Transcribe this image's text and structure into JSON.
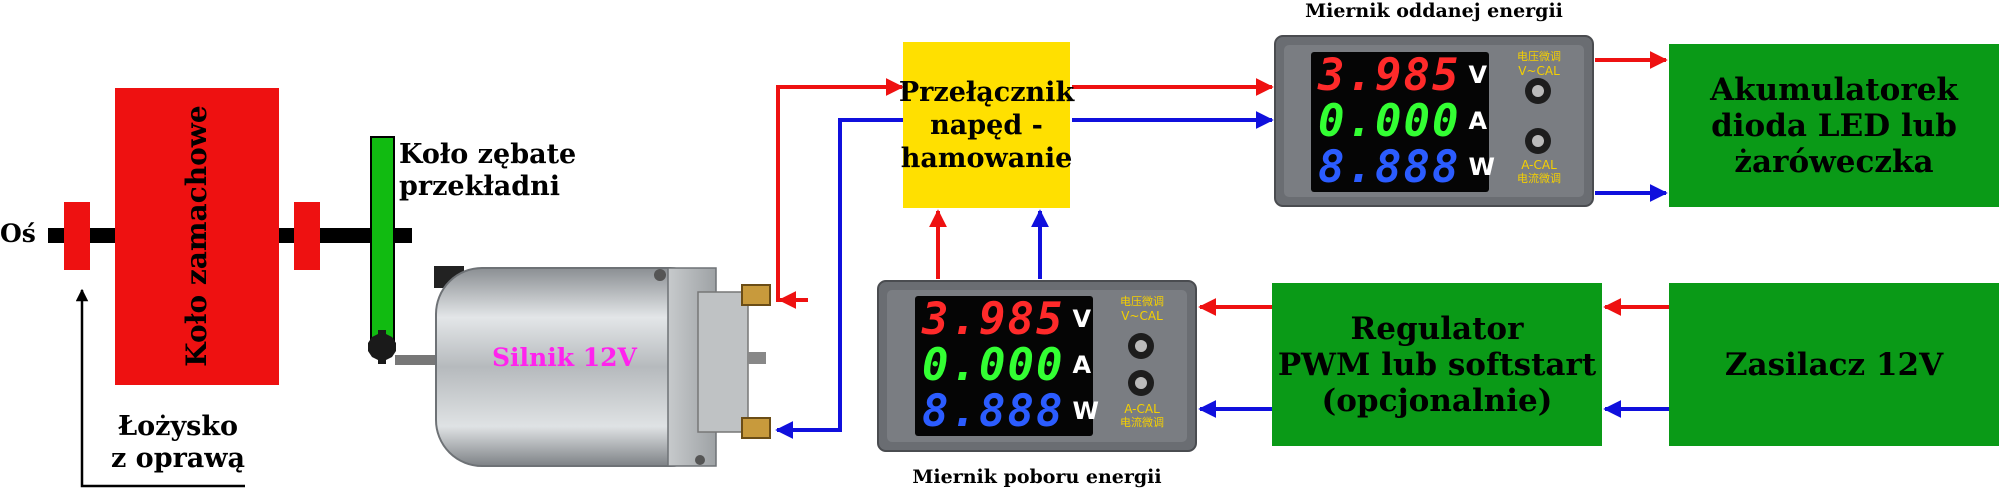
{
  "left": {
    "axis_label": "Oś",
    "flywheel_label": "Koło zamachowe",
    "gear_label_line1": "Koło zębate",
    "gear_label_line2": "przekładni",
    "bearing_label_line1": "Łożysko",
    "bearing_label_line2": "z oprawą",
    "motor_label": "Silnik 12V"
  },
  "switch": {
    "line1": "Przełącznik",
    "line2": "napęd -",
    "line3": "hamowanie"
  },
  "out_meter": {
    "title": "Miernik oddanej energii",
    "v_value": "3.985",
    "a_value": "0.000",
    "w_value": "8.888",
    "v_unit": "V",
    "a_unit": "A",
    "w_unit": "W",
    "cn_top": "电压微调",
    "vcal": "V~CAL",
    "acal": "A-CAL",
    "cn_bottom": "电流微调"
  },
  "in_meter": {
    "title": "Miernik poboru energii",
    "v_value": "3.985",
    "a_value": "0.000",
    "w_value": "8.888",
    "v_unit": "V",
    "a_unit": "A",
    "w_unit": "W",
    "cn_top": "电压微调",
    "vcal": "V~CAL",
    "acal": "A-CAL",
    "cn_bottom": "电流微调"
  },
  "battery": {
    "line1": "Akumulatorek",
    "line2": "dioda LED lub",
    "line3": "żaróweczka"
  },
  "regulator": {
    "line1": "Regulator",
    "line2": "PWM lub softstart",
    "line3": "(opcjonalnie)"
  },
  "psu": {
    "label": "Zasilacz 12V"
  },
  "colors": {
    "red": "#ee1111",
    "blue": "#1010dd",
    "green": "#0a9a17",
    "yellow": "#ffe000",
    "seg_red": "#ff2a2a",
    "seg_green": "#33ff33",
    "seg_blue": "#2b5cff",
    "motor_label": "#ff22ee"
  }
}
